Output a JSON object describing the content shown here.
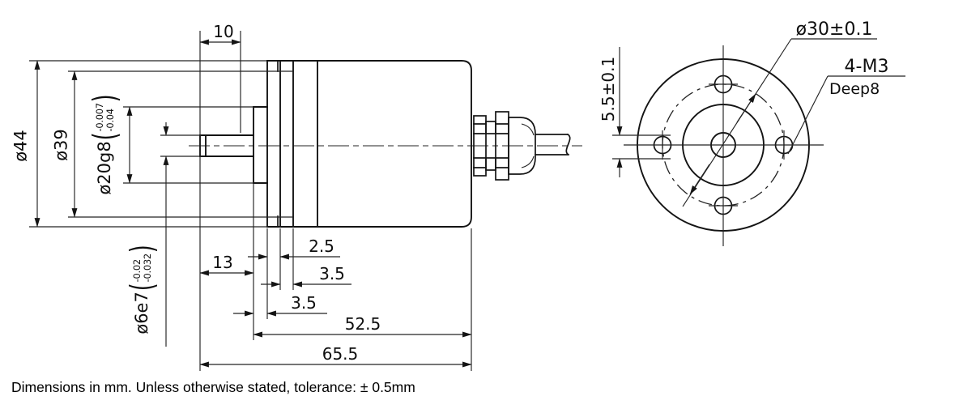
{
  "note": "Dimensions in mm. Unless otherwise stated, tolerance: ± 0.5mm",
  "symbols": {
    "tol_open": "(",
    "tol_close": ")"
  },
  "side_view": {
    "dims": {
      "shaft_exposed": "10",
      "shaft_length": "13",
      "flange_plate": "2.5",
      "neck_width": "3.5",
      "boss_length": "3.5",
      "body_length": "52.5",
      "total_length": "65.5"
    },
    "diameters": {
      "body": "ø44",
      "flange": "ø39",
      "boss": {
        "main": "ø20g8",
        "tol_upper": "-0.007",
        "tol_lower": "-0.04"
      },
      "shaft": {
        "main": "ø6e7",
        "tol_upper": "-0.02",
        "tol_lower": "-0.032"
      }
    }
  },
  "front_view": {
    "bolt_circle_dia": "ø30±0.1",
    "mounting_holes": "4-M3",
    "hole_depth": "Deep8",
    "hole_span": "5.5±0.1"
  }
}
